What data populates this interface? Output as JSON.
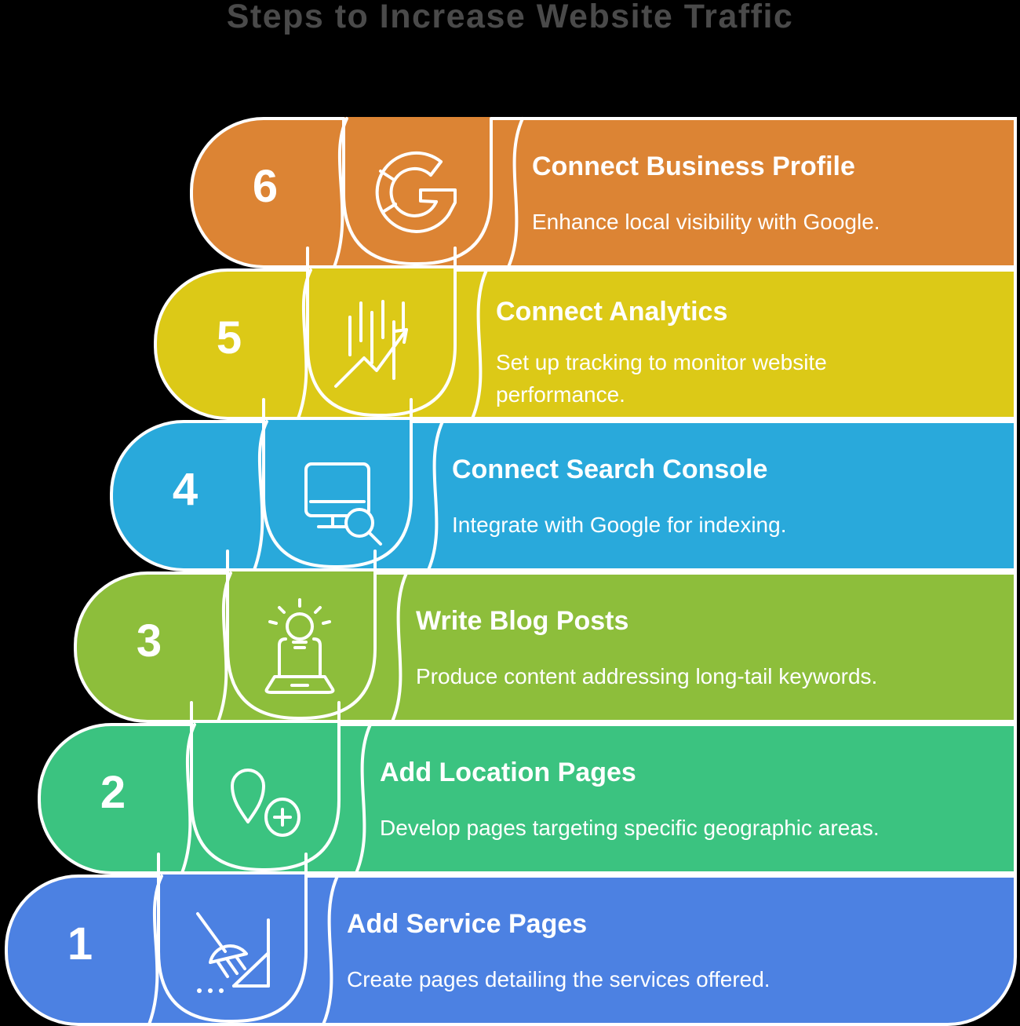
{
  "canvas": {
    "background": "#000000",
    "title_color": "#4a4a4a"
  },
  "page_title": "Steps to Increase Website Traffic",
  "steps": [
    {
      "number": "6",
      "title": "Connect Business Profile",
      "description": "Enhance local visibility with Google.",
      "color": "#DC8434",
      "icon": "google-g"
    },
    {
      "number": "5",
      "title": "Connect Analytics",
      "description": "Set up tracking to monitor website performance.",
      "color": "#DCC917",
      "icon": "analytics-trend-chart"
    },
    {
      "number": "4",
      "title": "Connect Search Console",
      "description": "Integrate with Google for indexing.",
      "color": "#29A9DB",
      "icon": "monitor-magnifier"
    },
    {
      "number": "3",
      "title": "Write Blog Posts",
      "description": "Produce content addressing long-tail keywords.",
      "color": "#8DBE3B",
      "icon": "laptop-lightbulb"
    },
    {
      "number": "2",
      "title": "Add Location Pages",
      "description": "Develop pages targeting specific geographic areas.",
      "color": "#3BC380",
      "icon": "location-pin-plus"
    },
    {
      "number": "1",
      "title": "Add Service Pages",
      "description": "Create pages detailing the services offered.",
      "color": "#4C81E2",
      "icon": "broom-sweep"
    }
  ]
}
